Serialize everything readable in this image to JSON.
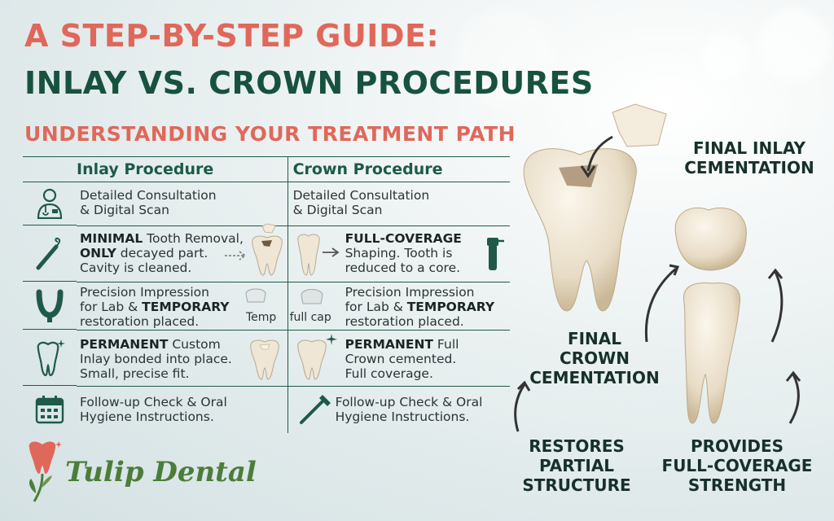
{
  "title": {
    "line1": "A STEP-BY-STEP GUIDE:",
    "line2": "INLAY VS. CROWN PROCEDURES",
    "subtitle": "UNDERSTANDING YOUR TREATMENT PATH"
  },
  "table": {
    "headers": {
      "inlay": "Inlay Procedure",
      "crown": "Crown Procedure"
    },
    "rows": [
      {
        "icon": "dentist-icon",
        "inlay": {
          "l1": "Detailed Consultation",
          "l2": "& Digital Scan"
        },
        "crown": {
          "l1": "Detailed Consultation",
          "l2": "& Digital Scan"
        }
      },
      {
        "icon": "dental-probe-icon",
        "inlay": {
          "b1": "MINIMAL",
          "t1": " Tooth Removal,",
          "b2": "ONLY",
          "t2": " decayed part.",
          "l3": "Cavity is cleaned."
        },
        "crown": {
          "b1": "FULL-COVERAGE",
          "l2": "Shaping. Tooth is",
          "l3": "reduced to a core."
        }
      },
      {
        "icon": "impression-tray-icon",
        "inlay": {
          "l1": "Precision Impression",
          "t2": "for Lab & ",
          "b2": "TEMPORARY",
          "l3": "restoration placed.",
          "label": "Temp"
        },
        "crown": {
          "l1": "Precision Impression",
          "t2": "for Lab & ",
          "b2": "TEMPORARY",
          "l3": "restoration placed.",
          "label": "full cap"
        }
      },
      {
        "icon": "tooth-sparkle-icon",
        "inlay": {
          "b1": "PERMANENT",
          "t1": " Custom",
          "l2": "Inlay bonded into place.",
          "l3": "Small, precise fit."
        },
        "crown": {
          "b1": "PERMANENT",
          "t1": " Full",
          "l2": "Crown cemented.",
          "l3": "Full coverage."
        }
      },
      {
        "icon": "calendar-icon",
        "inlay": {
          "l1": "Follow-up Check & Oral",
          "l2": "Hygiene Instructions."
        },
        "crown": {
          "l1": "Follow-up Check & Oral",
          "l2": "Hygiene Instructions."
        }
      }
    ]
  },
  "illustration": {
    "final_inlay": {
      "l1": "FINAL INLAY",
      "l2": "CEMENTATION"
    },
    "final_crown": {
      "l1": "FINAL",
      "l2": "CROWN",
      "l3": "CEMENTATION"
    },
    "restores": {
      "l1": "RESTORES",
      "l2": "PARTIAL",
      "l3": "STRUCTURE"
    },
    "provides": {
      "l1": "PROVIDES",
      "l2": "FULL-COVERAGE",
      "l3": "STRENGTH"
    }
  },
  "logo": {
    "name": "Tulip Dental"
  },
  "colors": {
    "accent_red": "#e0685a",
    "dark_green": "#17523f",
    "tooth": "#efe6d6"
  }
}
